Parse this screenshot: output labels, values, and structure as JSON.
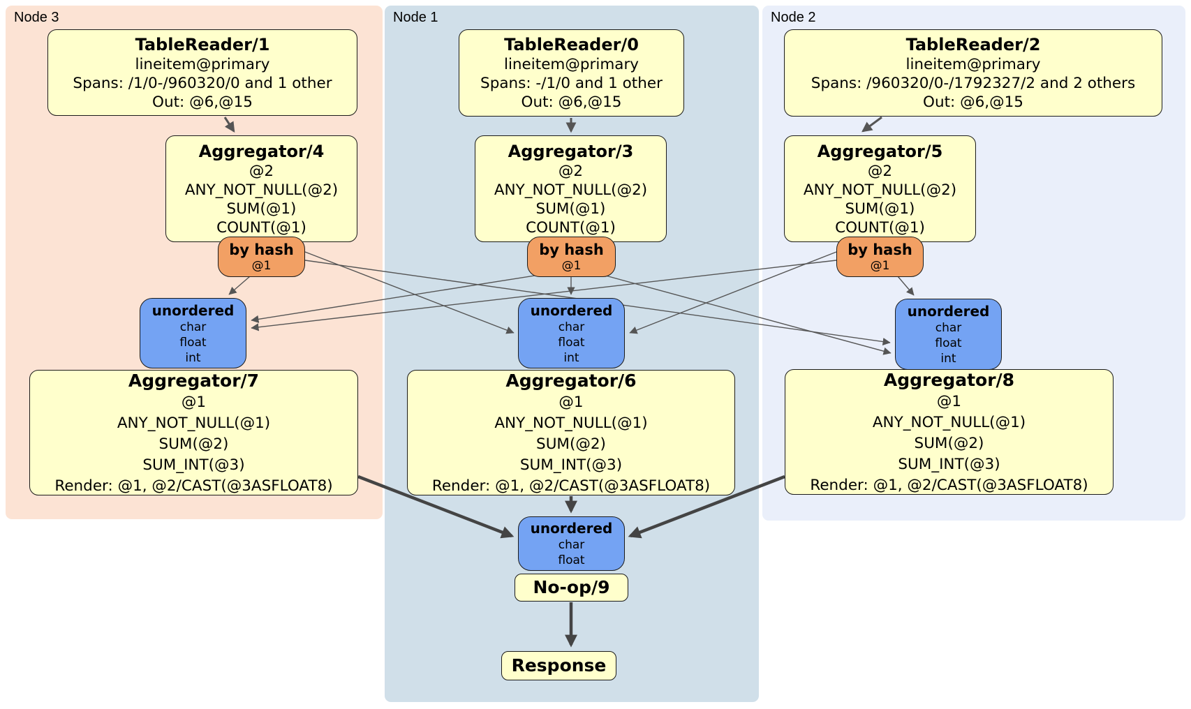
{
  "colors": {
    "proc_fill": "#ffffcc",
    "router_fill": "#f2a064",
    "sync_fill": "#74a3f3",
    "node1_bg": "#d0dfe9",
    "node2_bg": "#eaeffa",
    "node3_bg": "#fce3d4",
    "edge_thin": "#555555",
    "edge_thick": "#444444"
  },
  "panels": {
    "node3": {
      "label": "Node 3"
    },
    "node1": {
      "label": "Node 1"
    },
    "node2": {
      "label": "Node 2"
    }
  },
  "boxes": {
    "tr1": {
      "title": "TableReader/1",
      "lines": [
        "lineitem@primary",
        "Spans: /1/0-/960320/0 and 1 other",
        "Out: @6,@15"
      ]
    },
    "tr0": {
      "title": "TableReader/0",
      "lines": [
        "lineitem@primary",
        "Spans: -/1/0 and 1 other",
        "Out: @6,@15"
      ]
    },
    "tr2": {
      "title": "TableReader/2",
      "lines": [
        "lineitem@primary",
        "Spans: /960320/0-/1792327/2 and 2 others",
        "Out: @6,@15"
      ]
    },
    "agg4": {
      "title": "Aggregator/4",
      "lines": [
        "@2",
        "ANY_NOT_NULL(@2)",
        "SUM(@1)",
        "COUNT(@1)"
      ]
    },
    "agg3": {
      "title": "Aggregator/3",
      "lines": [
        "@2",
        "ANY_NOT_NULL(@2)",
        "SUM(@1)",
        "COUNT(@1)"
      ]
    },
    "agg5": {
      "title": "Aggregator/5",
      "lines": [
        "@2",
        "ANY_NOT_NULL(@2)",
        "SUM(@1)",
        "COUNT(@1)"
      ]
    },
    "bh3": {
      "title": "by hash",
      "detail": "@1"
    },
    "bh1": {
      "title": "by hash",
      "detail": "@1"
    },
    "bh2": {
      "title": "by hash",
      "detail": "@1"
    },
    "un3": {
      "title": "unordered",
      "lines": [
        "char",
        "float",
        "int"
      ]
    },
    "un1": {
      "title": "unordered",
      "lines": [
        "char",
        "float",
        "int"
      ]
    },
    "un2": {
      "title": "unordered",
      "lines": [
        "char",
        "float",
        "int"
      ]
    },
    "agg7": {
      "title": "Aggregator/7",
      "lines": [
        "@1",
        "ANY_NOT_NULL(@1)",
        "SUM(@2)",
        "SUM_INT(@3)",
        "Render: @1, @2/CAST(@3ASFLOAT8)"
      ]
    },
    "agg6": {
      "title": "Aggregator/6",
      "lines": [
        "@1",
        "ANY_NOT_NULL(@1)",
        "SUM(@2)",
        "SUM_INT(@3)",
        "Render: @1, @2/CAST(@3ASFLOAT8)"
      ]
    },
    "agg8": {
      "title": "Aggregator/8",
      "lines": [
        "@1",
        "ANY_NOT_NULL(@1)",
        "SUM(@2)",
        "SUM_INT(@3)",
        "Render: @1, @2/CAST(@3ASFLOAT8)"
      ]
    },
    "unf": {
      "title": "unordered",
      "lines": [
        "char",
        "float"
      ]
    },
    "noop": {
      "title": "No-op/9"
    },
    "resp": {
      "title": "Response"
    }
  }
}
